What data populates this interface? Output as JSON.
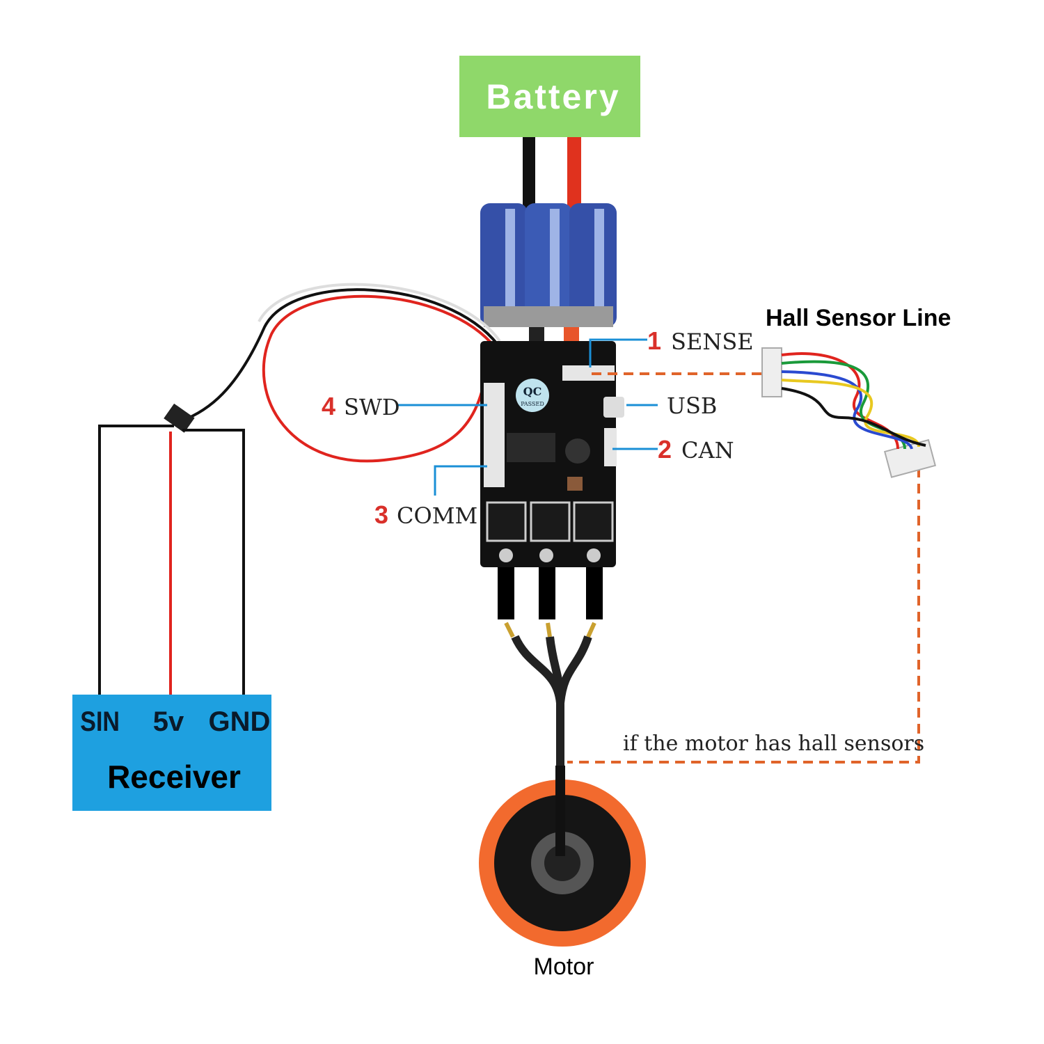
{
  "title": "",
  "battery": {
    "label": "Battery",
    "color": "#8fd86a"
  },
  "receiver": {
    "label": "Receiver",
    "pins": [
      "SIN",
      "5v",
      "GND"
    ],
    "color": "#1ea0e0"
  },
  "motor": {
    "label": "Motor",
    "color": "#f26a2e"
  },
  "board": {
    "badge_top": "QC",
    "badge_bottom": "PASSED"
  },
  "ports": [
    {
      "num": "1",
      "name": "SENSE"
    },
    {
      "num": "",
      "name": "USB"
    },
    {
      "num": "2",
      "name": "CAN"
    },
    {
      "num": "3",
      "name": "COMM"
    },
    {
      "num": "4",
      "name": "SWD"
    }
  ],
  "hall": {
    "title": "Hall Sensor Line",
    "note": "if the motor has hall sensors",
    "line_color": "#e0642a"
  },
  "colors": {
    "label_line": "#1a8fd6",
    "number": "#d9302a"
  }
}
